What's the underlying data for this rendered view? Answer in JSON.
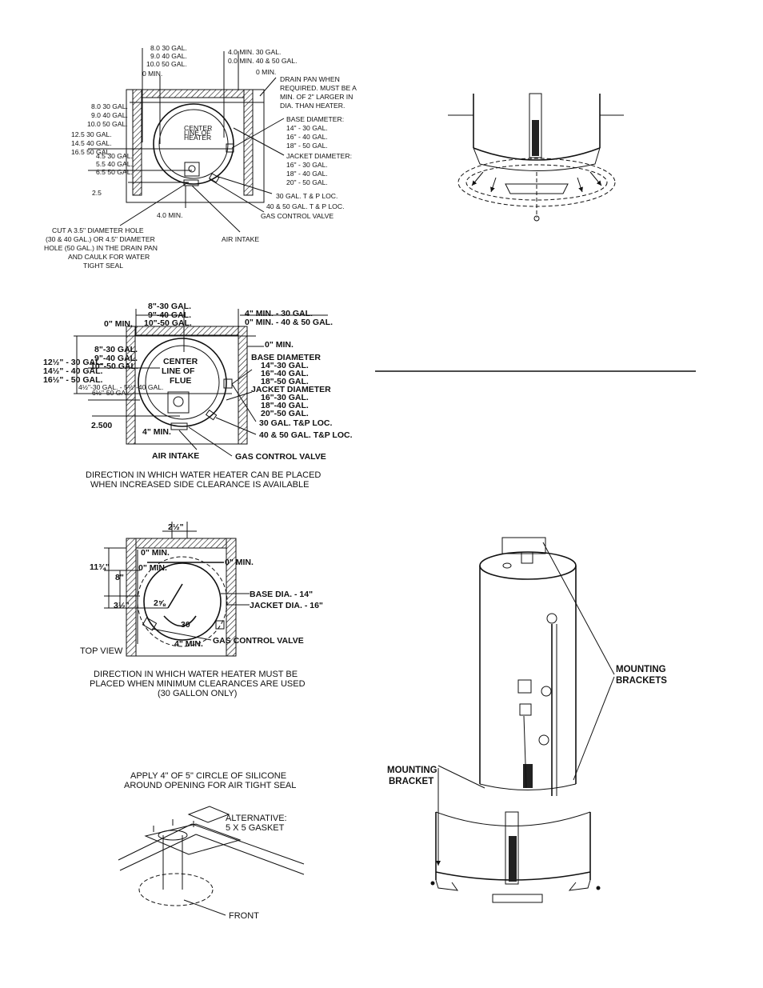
{
  "figure1": {
    "labels": {
      "top_left_1": "8.0 30 GAL.",
      "top_left_2": "9.0 40 GAL.",
      "top_left_3": "10.0 50 GAL.",
      "top_left_zero": "0 MIN.",
      "top_right_1": "4.0 MIN. 30 GAL.",
      "top_right_2": "0.0 MIN. 40 & 50 GAL.",
      "top_right_zero": "0 MIN.",
      "drain_1": "DRAIN PAN WHEN",
      "drain_2": "REQUIRED. MUST BE A",
      "drain_3": "MIN. OF 2\" LARGER IN",
      "drain_4": "DIA. THAN HEATER.",
      "left_a1": "8.0 30 GAL.",
      "left_a2": "9.0 40 GAL.",
      "left_a3": "10.0 50 GAL.",
      "left_b1": "12.5 30 GAL.",
      "left_b2": "14.5 40 GAL.",
      "left_b3": "16.5 50 GAL.",
      "left_c1": "4.5 30 GAL.",
      "left_c2": "5.5 40 GAL.",
      "left_c3": "6.5 50 GAL.",
      "left_d": "2.5",
      "center_1": "CENTER",
      "center_2": "LINE OF",
      "center_3": "HEATER",
      "base_h": "BASE DIAMETER:",
      "base_1": "14\" - 30 GAL.",
      "base_2": "16\" - 40 GAL.",
      "base_3": "18\" - 50 GAL.",
      "jacket_h": "JACKET DIAMETER:",
      "jacket_1": "16\" - 30 GAL.",
      "jacket_2": "18\" - 40 GAL.",
      "jacket_3": "20\" - 50 GAL.",
      "tp30": "30 GAL. T & P LOC.",
      "tp4050": "40 & 50 GAL. T & P LOC.",
      "gas": "GAS CONTROL VALVE",
      "bottom_min": "4.0 MIN.",
      "cut_1": "CUT A 3.5\" DIAMETER HOLE",
      "cut_2": "(30 & 40 GAL.) OR 4.5\" DIAMETER",
      "cut_3": "HOLE (50 GAL.) IN THE DRAIN PAN",
      "cut_4": "AND CAULK FOR WATER",
      "cut_5": "TIGHT SEAL",
      "air": "AIR INTAKE"
    }
  },
  "figure2": {
    "labels": {
      "top_1": "8\"-30 GAL.",
      "top_2": "9\"-40 GAL.",
      "top_3": "10\"-50 GAL.",
      "zero_left": "0\" MIN.",
      "right_1": "4\" MIN. - 30 GAL.",
      "right_2": "0\" MIN. - 40 & 50 GAL.",
      "zero_right": "0\" MIN.",
      "mid_1": "8\"-30 GAL.",
      "mid_2": "9\"-40 GAL.",
      "mid_3": "10\"-50 GAL.",
      "left_1": "12½\" - 30 GAL.",
      "left_2": "14½\" - 40 GAL.",
      "left_3": "16½\" - 50 GAL.",
      "small_1": "4½\"-30 GAL. - 5½\"-40 GAL.",
      "small_2": "6½\"-50 GAL.",
      "center_1": "CENTER",
      "center_2": "LINE OF",
      "center_3": "FLUE",
      "base_h": "BASE DIAMETER",
      "base_1": "14\"-30 GAL.",
      "base_2": "16\"-40 GAL.",
      "base_3": "18\"-50 GAL.",
      "jacket_h": "JACKET DIAMETER",
      "jacket_1": "16\"-30 GAL.",
      "jacket_2": "18\"-40 GAL.",
      "jacket_3": "20\"-50 GAL.",
      "tp30": "30 GAL. T&P LOC.",
      "tp4050": "40 & 50 GAL. T&P LOC.",
      "dim": "2.500",
      "bottom_min": "4\" MIN.",
      "air": "AIR INTAKE",
      "gas": "GAS CONTROL VALVE",
      "caption_1": "DIRECTION IN WHICH WATER HEATER CAN BE PLACED",
      "caption_2": "WHEN INCREASED SIDE CLEARANCE IS AVAILABLE"
    }
  },
  "figure3": {
    "labels": {
      "top": "2½\"",
      "zero_top": "0\" MIN.",
      "zero_left": "0\" MIN.",
      "zero_right": "0\" MIN.",
      "dim_a": "11¾\"",
      "dim_b": "8\"",
      "dim_c": "3½\"",
      "num_a": "2⅝",
      "num_b": "30",
      "base": "BASE DIA. - 14\"",
      "jacket": "JACKET DIA. - 16\"",
      "gas": "GAS  CONTROL VALVE",
      "bottom_min": "4\" MIN.",
      "top_view": "TOP VIEW",
      "caption_1": "DIRECTION IN WHICH WATER HEATER MUST BE",
      "caption_2": "PLACED WHEN MINIMUM CLEARANCES ARE USED",
      "caption_3": "(30 GALLON ONLY)"
    }
  },
  "figure4": {
    "labels": {
      "apply_1": "APPLY 4\" OF 5\" CIRCLE OF SILICONE",
      "apply_2": "AROUND OPENING FOR AIR TIGHT SEAL",
      "alt_1": "ALTERNATIVE:",
      "alt_2": "5 X 5 GASKET",
      "front": "FRONT"
    }
  },
  "figure6": {
    "labels": {
      "mounting_brackets_1": "MOUNTING",
      "mounting_brackets_2": "BRACKETS",
      "mounting_bracket_1": "MOUNTING",
      "mounting_bracket_2": "BRACKET"
    }
  }
}
